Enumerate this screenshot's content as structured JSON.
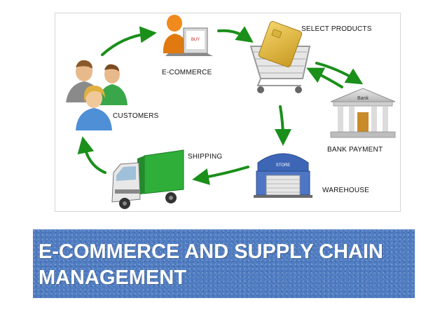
{
  "diagram": {
    "nodes": {
      "ecommerce": "E-COMMERCE",
      "select_products": "SELECT PRODUCTS",
      "bank_payment": "BANK PAYMENT",
      "warehouse": "WAREHOUSE",
      "shipping": "SHIPPING",
      "customers": "CUSTOMERS"
    },
    "icon_text": {
      "laptop_screen": "BUY",
      "bank_sign": "Bank",
      "store_sign": "STORE"
    }
  },
  "title": {
    "line1": "E-COMMERCE AND SUPPLY CHAIN",
    "line2": "MANAGEMENT"
  },
  "colors": {
    "arrow_green": "#1a8f1a",
    "banner_blue": "#4e7cc4",
    "truck_green": "#2fae3a",
    "person_orange": "#f08a1c"
  }
}
